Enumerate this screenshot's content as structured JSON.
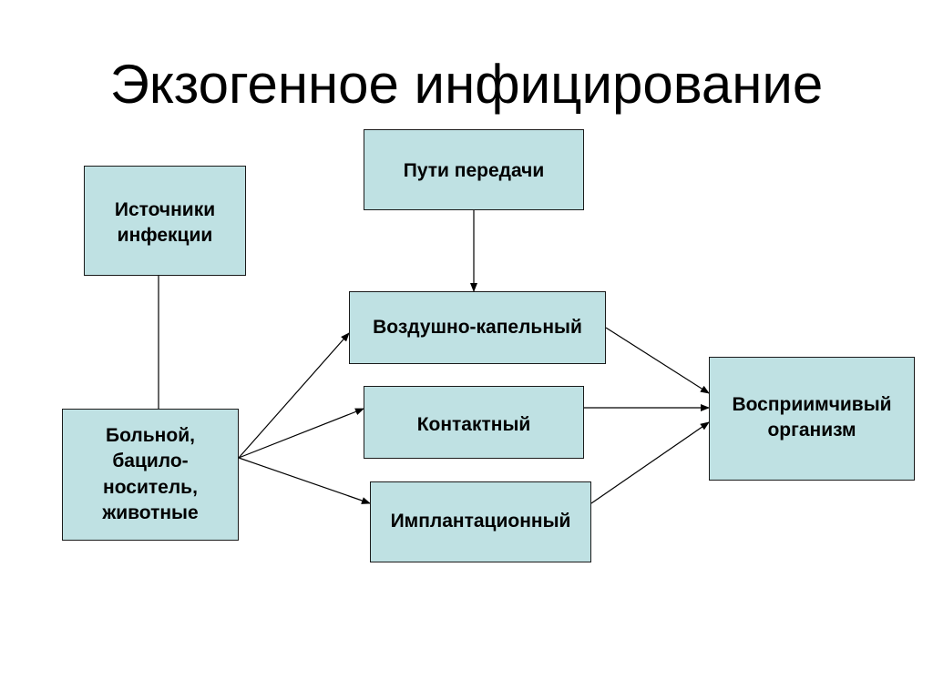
{
  "title": "Экзогенное инфицирование",
  "boxes": {
    "sources": "Источники\nинфекции",
    "routes": "Пути передачи",
    "airborne": "Воздушно-капельный",
    "contact": "Контактный",
    "implant": "Имплантационный",
    "patient": "Больной,\nбацило-\nноситель,\nживотные",
    "host": "Восприимчивый\nорганизм"
  },
  "colors": {
    "box_fill": "#bfe1e3",
    "box_border": "#1a1a1a",
    "line": "#000000"
  }
}
